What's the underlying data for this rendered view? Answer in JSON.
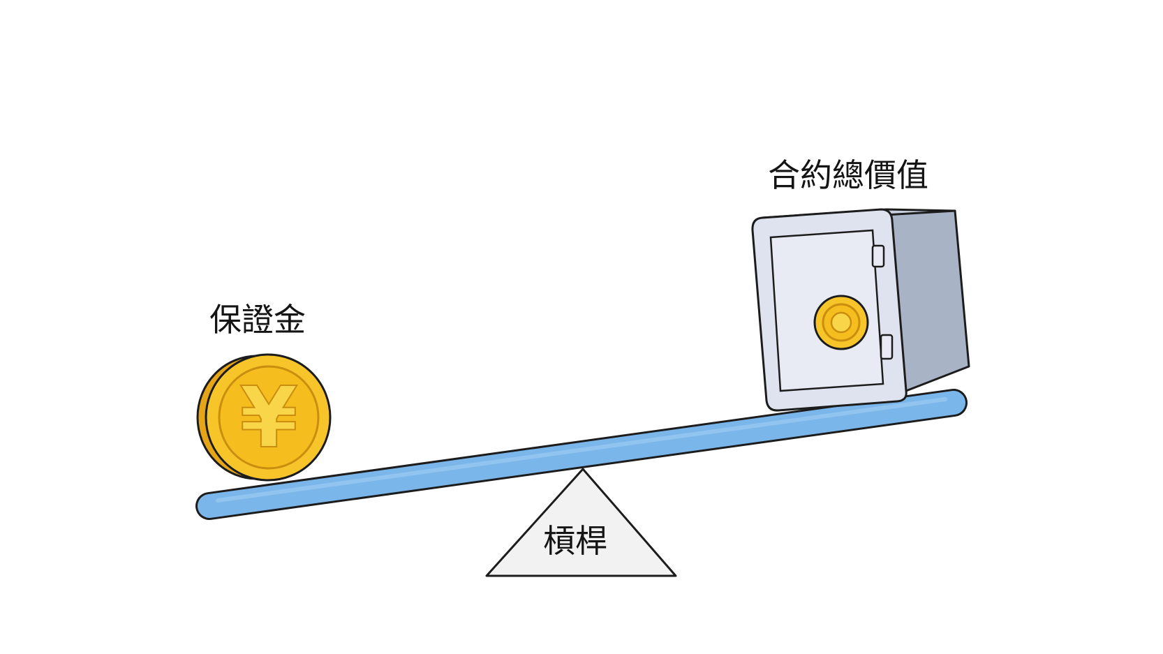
{
  "labels": {
    "margin": "保證金",
    "contract_value": "合約總價值",
    "leverage": "槓桿"
  },
  "icons": {
    "coin": "yen-coin-icon",
    "safe": "safe-icon",
    "fulcrum": "triangle-fulcrum-icon"
  },
  "symbols": {
    "coin_symbol": "¥"
  },
  "colors": {
    "beam": "#7ab6ea",
    "coin": "#f7c52a",
    "safe_front": "#dfe3ef",
    "safe_side": "#a9b3c6",
    "fulcrum": "#f2f2f2",
    "outline": "#1c1c1c"
  }
}
